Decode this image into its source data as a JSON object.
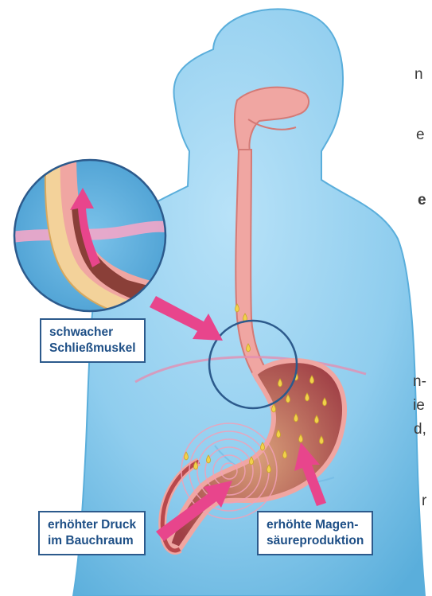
{
  "colors": {
    "body_fill": "#8fcdee",
    "body_dark": "#5fb1de",
    "tract_pink": "#f0a6a2",
    "stomach_wall": "#b8484c",
    "acid_drop": "#f2d14b",
    "arrow_pink": "#e8458c",
    "label_border": "#2c5a8c",
    "label_text": "#1e4f86"
  },
  "left_text_fragments": [
    "n",
    "e",
    "e",
    "n-",
    "ie",
    "d,",
    "r"
  ],
  "labels": {
    "sphincter": [
      "schwacher",
      "Schließmuskel"
    ],
    "pressure": [
      "erhöhter Druck",
      "im Bauchraum"
    ],
    "acid": [
      "erhöhte Magen-",
      "säureproduktion"
    ]
  },
  "icons": {
    "arrow": "arrow-icon",
    "magnifier_circle": "zoom-circle-icon"
  }
}
